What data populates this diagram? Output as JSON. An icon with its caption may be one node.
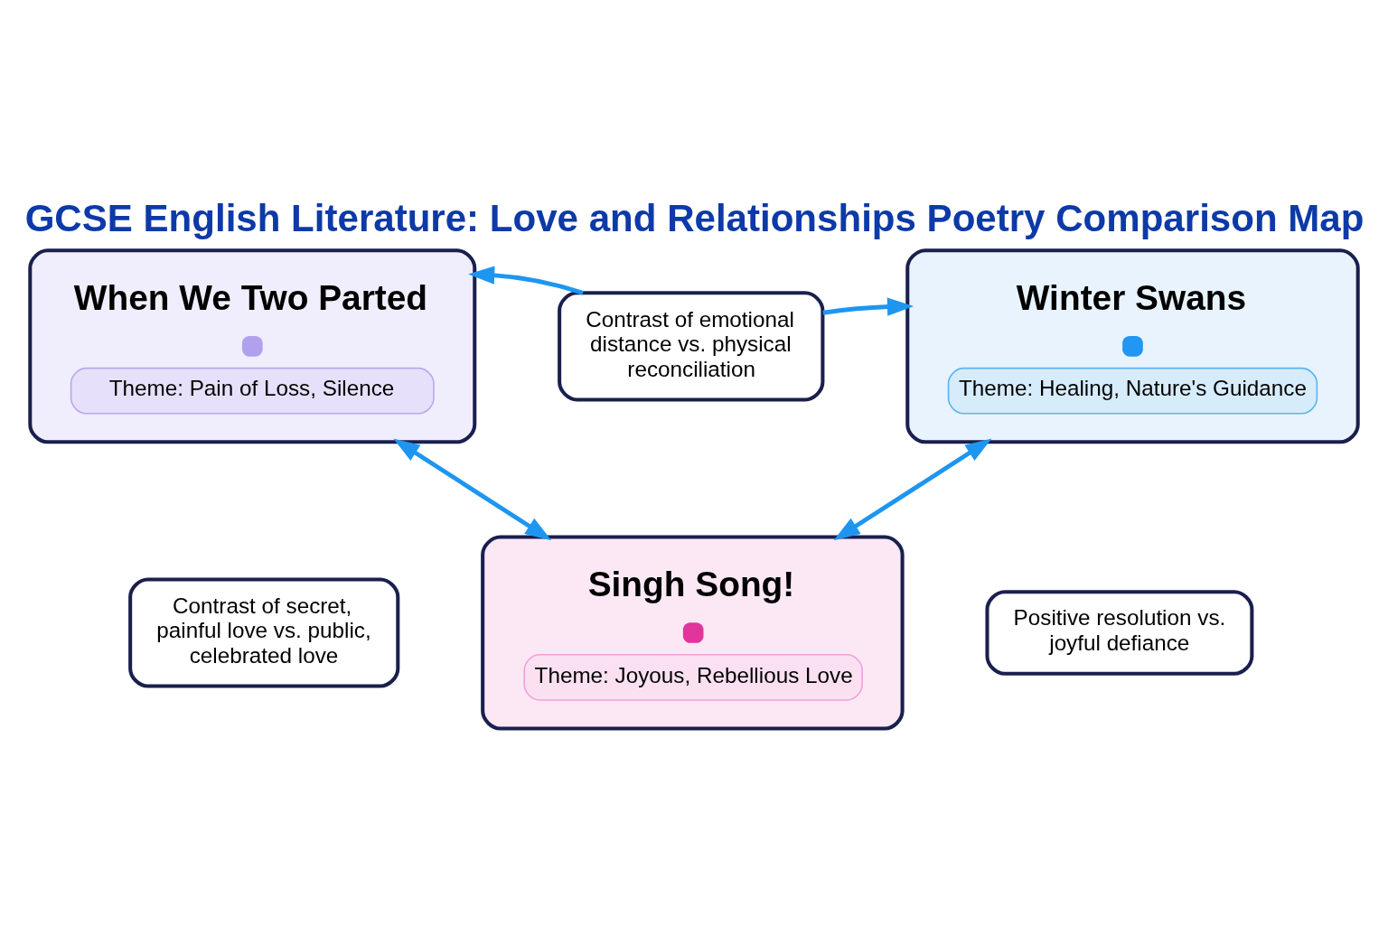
{
  "diagram": {
    "title": "GCSE English Literature: Love and Relationships Poetry Comparison Map",
    "nodes": [
      {
        "text": [
          "When We Two Parted",
          "Theme: Pain of Loss, Silence"
        ]
      },
      {
        "text": [
          "Contrast of emotional distance vs. physical reconciliation"
        ]
      },
      {
        "text": [
          "Winter Swans",
          "Theme: Healing, Nature's Guidance"
        ]
      },
      {
        "text": [
          "Contrast of secret, painful love vs. public, celebrated love"
        ]
      },
      {
        "text": [
          "Singh Song!",
          "Theme: Joyous, Rebellious Love"
        ]
      },
      {
        "text": [
          "Positive resolution vs. joyful defiance"
        ]
      }
    ],
    "edges": [
      {
        "from": 1,
        "to": 0,
        "arrow": "to"
      },
      {
        "from": 1,
        "to": 2,
        "arrow": "to"
      },
      {
        "from": 0,
        "to": 4,
        "arrow": "both"
      },
      {
        "from": 2,
        "to": 4,
        "arrow": "both"
      }
    ]
  }
}
